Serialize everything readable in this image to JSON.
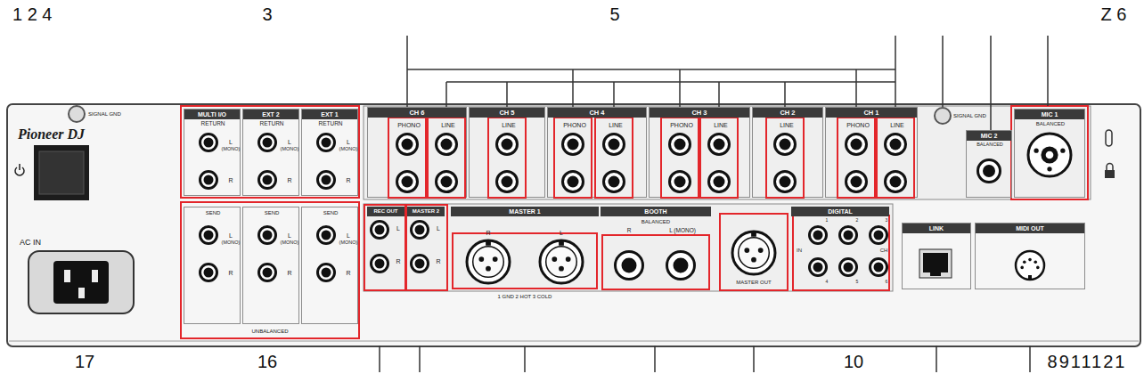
{
  "diagram": {
    "nodes": [
      {
        "text": [
          "MULTI I/O",
          "RETURN",
          "L",
          "(MONO)",
          "R"
        ]
      },
      {
        "text": [
          "EXT 2",
          "RETURN",
          "L",
          "(MONO)",
          "R"
        ]
      },
      {
        "text": [
          "EXT 1",
          "RETURN",
          "L",
          "(MONO)",
          "R"
        ]
      },
      {
        "text": [
          "CH 6"
        ]
      },
      {
        "text": [
          "PHONO"
        ],
        "in": 3
      },
      {
        "text": [
          "LINE"
        ],
        "in": 3
      },
      {
        "text": [
          "CH 5"
        ]
      },
      {
        "text": [
          "LINE"
        ],
        "in": 6
      },
      {
        "text": [
          "CH 4"
        ]
      },
      {
        "text": [
          "PHONO"
        ],
        "in": 8
      },
      {
        "text": [
          "LINE"
        ],
        "in": 8
      },
      {
        "text": [
          "CH 3"
        ]
      },
      {
        "text": [
          "PHONO"
        ],
        "in": 11
      },
      {
        "text": [
          "LINE"
        ],
        "in": 11
      },
      {
        "text": [
          "CH 2"
        ]
      },
      {
        "text": [
          "LINE"
        ],
        "in": 14
      },
      {
        "text": [
          "CH 1"
        ]
      },
      {
        "text": [
          "PHONO"
        ],
        "in": 16
      },
      {
        "text": [
          "LINE"
        ],
        "in": 16
      },
      {
        "text": [
          "MIC 2",
          "BALANCED"
        ]
      },
      {
        "text": [
          "MIC 1",
          "BALANCED"
        ]
      },
      {
        "text": [
          "SEND",
          "L",
          "(MONO)",
          "R"
        ]
      },
      {
        "text": [
          "SEND",
          "L",
          "(MONO)",
          "R"
        ]
      },
      {
        "text": [
          "SEND",
          "L",
          "(MONO)",
          "R"
        ]
      },
      {
        "text": [
          "REC OUT",
          "L",
          "R"
        ]
      },
      {
        "text": [
          "MASTER 2",
          "L",
          "R"
        ]
      },
      {
        "text": [
          "MASTER 1",
          "R",
          "L"
        ]
      },
      {
        "text": [
          "BOOTH",
          "BALANCED",
          "R",
          "L (MONO)"
        ]
      },
      {
        "text": [
          "MASTER OUT"
        ]
      },
      {
        "text": [
          "DIGITAL",
          "IN",
          "1",
          "2",
          "3",
          "4",
          "5",
          "6",
          "CH"
        ]
      },
      {
        "text": [
          "LINK"
        ]
      },
      {
        "text": [
          "MIDI OUT"
        ]
      }
    ],
    "labels": [
      "1 2 4",
      "3",
      "5",
      "Z 6",
      "Pioneer DJ",
      "SIGNAL GND",
      "SIGNAL GND",
      "AC IN",
      "UNBALANCED",
      "1 GND 2 HOT 3 COLD",
      "17",
      "16",
      "10",
      "8911121"
    ]
  }
}
